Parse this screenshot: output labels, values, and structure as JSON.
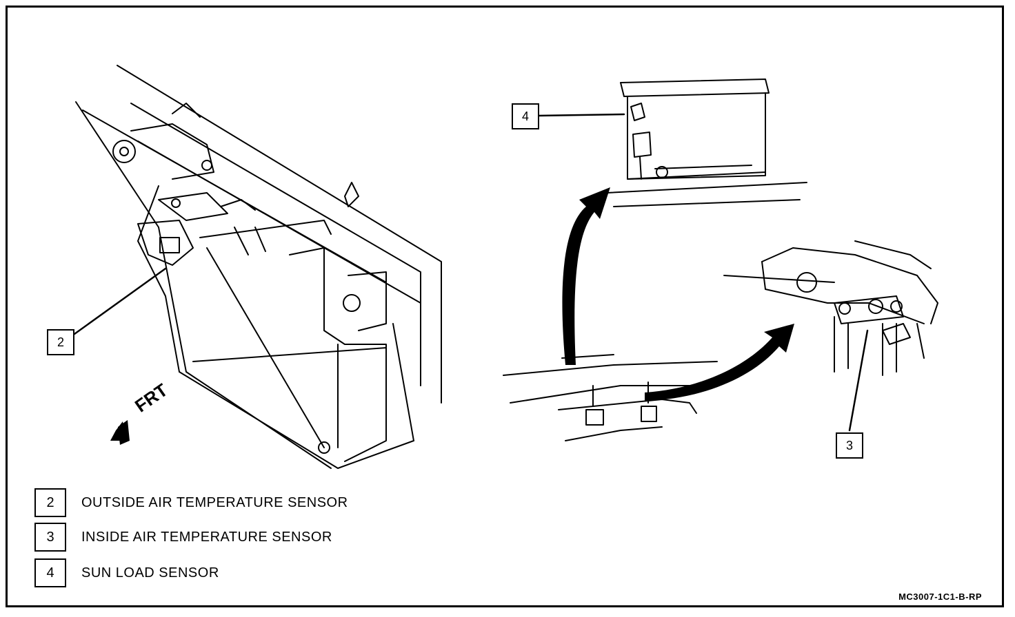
{
  "callouts": {
    "c2": "2",
    "c3": "3",
    "c4": "4"
  },
  "frt_label": "FRT",
  "legend": [
    {
      "num": "2",
      "label": "OUTSIDE AIR TEMPERATURE SENSOR"
    },
    {
      "num": "3",
      "label": "INSIDE AIR TEMPERATURE SENSOR"
    },
    {
      "num": "4",
      "label": "SUN LOAD SENSOR"
    }
  ],
  "figure_code": "MC3007-1C1-B-RP",
  "colors": {
    "ink": "#000000",
    "paper": "#ffffff"
  }
}
